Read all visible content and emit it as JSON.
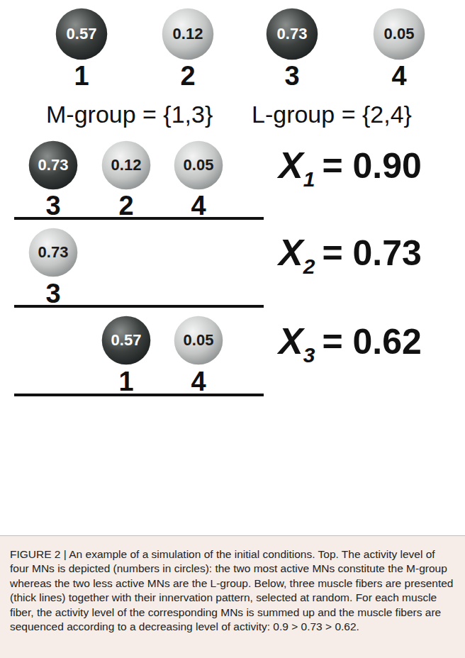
{
  "diagram": {
    "caption": "FIGURE 2 | An example of a simulation of the initial conditions. Top. The activity level of four MNs is depicted (numbers in circles): the two most active MNs constitute the M-group whereas the two less active MNs are the L-group. Below, three muscle fibers are presented (thick lines) together with their innervation pattern, selected at random. For each muscle fiber, the activity level of the corresponding MNs is summed up and the muscle fibers are sequenced according to a decreasing level of activity: 0.9 > 0.73 > 0.62.",
    "nodes": [
      {
        "text": [
          "0.57",
          "1"
        ]
      },
      {
        "text": [
          "0.12",
          "2"
        ]
      },
      {
        "text": [
          "0.73",
          "3"
        ]
      },
      {
        "text": [
          "0.05",
          "4"
        ]
      },
      {
        "text": [
          "0.73",
          "3"
        ]
      },
      {
        "text": [
          "0.12",
          "2"
        ]
      },
      {
        "text": [
          "0.05",
          "4"
        ]
      },
      {
        "text": [
          "0.73",
          "3"
        ]
      },
      {
        "text": [
          "0.57",
          "1"
        ]
      },
      {
        "text": [
          "0.05",
          "4"
        ]
      }
    ],
    "labels": [
      "M-group = {1,3}",
      "L-group = {2,4}",
      "X",
      "1",
      "= 0.90",
      "X",
      "2",
      "= 0.73",
      "X",
      "3",
      "= 0.62"
    ]
  }
}
